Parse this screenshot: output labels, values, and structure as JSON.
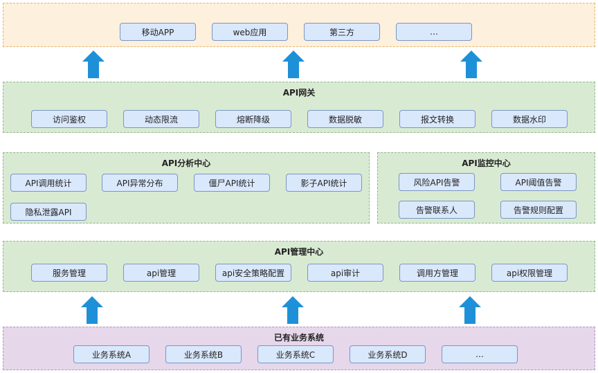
{
  "clients": {
    "items": [
      "移动APP",
      "web应用",
      "第三方",
      "…"
    ]
  },
  "gateway": {
    "title": "API网关",
    "items": [
      "访问鉴权",
      "动态限流",
      "熔断降级",
      "数据脱敏",
      "报文转换",
      "数据水印"
    ]
  },
  "analysis": {
    "title": "API分析中心",
    "items": [
      "API调用统计",
      "API异常分布",
      "僵尸API统计",
      "影子API统计",
      "隐私泄露API"
    ]
  },
  "monitor": {
    "title": "API监控中心",
    "items": [
      "风险API告警",
      "API阈值告警",
      "告警联系人",
      "告警规则配置"
    ]
  },
  "management": {
    "title": "API管理中心",
    "items": [
      "服务管理",
      "api管理",
      "api安全策略配置",
      "api审计",
      "调用方管理",
      "api权限管理"
    ]
  },
  "systems": {
    "title": "已有业务系统",
    "items": [
      "业务系统A",
      "业务系统B",
      "业务系统C",
      "业务系统D",
      "…"
    ]
  },
  "colors": {
    "arrow": "#1e90d8",
    "chip_fill": "#dae8fc",
    "chip_border": "#7a96c2",
    "orange_layer": "#fdf0dc",
    "green_layer": "#d9ead3",
    "purple_layer": "#e6d7eb"
  }
}
